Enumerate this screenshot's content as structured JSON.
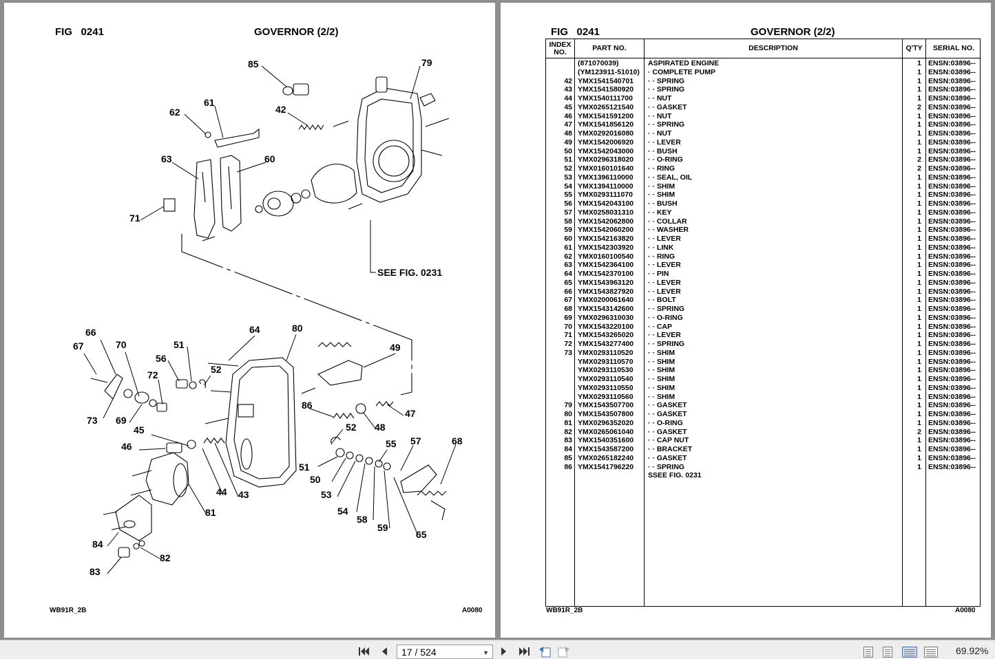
{
  "left_page": {
    "fig_label": "FIG",
    "fig_number": "0241",
    "title": "GOVERNOR (2/2)",
    "see_fig": "SEE FIG. 0231",
    "footer_left": "WB91R_2B",
    "footer_right": "A0080",
    "callouts": [
      "85",
      "79",
      "62",
      "61",
      "42",
      "63",
      "60",
      "71",
      "66",
      "67",
      "70",
      "51",
      "56",
      "72",
      "73",
      "69",
      "64",
      "80",
      "52",
      "49",
      "86",
      "47",
      "48",
      "45",
      "46",
      "44",
      "43",
      "81",
      "84",
      "83",
      "82",
      "55",
      "57",
      "68",
      "51",
      "50",
      "53",
      "54",
      "58",
      "59",
      "65",
      "52"
    ]
  },
  "right_page": {
    "fig_label": "FIG",
    "fig_number": "0241",
    "title": "GOVERNOR (2/2)",
    "footer_left": "WB91R_2B",
    "footer_right": "A0080",
    "headers": {
      "index": "INDEX NO.",
      "part": "PART NO.",
      "description": "DESCRIPTION",
      "qty": "Q'TY",
      "serial": "SERIAL NO."
    },
    "rows": [
      {
        "idx": "",
        "part": "(871070039)",
        "desc": "ASPIRATED ENGINE",
        "qty": "1",
        "serial": "ENSN:03896--"
      },
      {
        "idx": "",
        "part": "(YM123911-51010)",
        "desc": "· COMPLETE PUMP",
        "qty": "1",
        "serial": "ENSN:03896--"
      },
      {
        "idx": "42",
        "part": "YMX1541540701",
        "desc": "· · SPRING",
        "qty": "1",
        "serial": "ENSN:03896--"
      },
      {
        "idx": "43",
        "part": "YMX1541580920",
        "desc": "· · SPRING",
        "qty": "1",
        "serial": "ENSN:03896--"
      },
      {
        "idx": "44",
        "part": "YMX1540111700",
        "desc": "· · NUT",
        "qty": "1",
        "serial": "ENSN:03896--"
      },
      {
        "idx": "45",
        "part": "YMX0265121540",
        "desc": "· · GASKET",
        "qty": "2",
        "serial": "ENSN:03896--"
      },
      {
        "idx": "46",
        "part": "YMX1541591200",
        "desc": "· · NUT",
        "qty": "1",
        "serial": "ENSN:03896--"
      },
      {
        "idx": "47",
        "part": "YMX1541856120",
        "desc": "· · SPRING",
        "qty": "1",
        "serial": "ENSN:03896--"
      },
      {
        "idx": "48",
        "part": "YMX0292016080",
        "desc": "· · NUT",
        "qty": "1",
        "serial": "ENSN:03896--"
      },
      {
        "idx": "49",
        "part": "YMX1542006920",
        "desc": "· · LEVER",
        "qty": "1",
        "serial": "ENSN:03896--"
      },
      {
        "idx": "50",
        "part": "YMX1542043000",
        "desc": "· · BUSH",
        "qty": "1",
        "serial": "ENSN:03896--"
      },
      {
        "idx": "51",
        "part": "YMX0296318020",
        "desc": "· · O-RING",
        "qty": "2",
        "serial": "ENSN:03896--"
      },
      {
        "idx": "52",
        "part": "YMX0160101640",
        "desc": "· · RING",
        "qty": "2",
        "serial": "ENSN:03896--"
      },
      {
        "idx": "53",
        "part": "YMX1396110000",
        "desc": "· · SEAL, OIL",
        "qty": "1",
        "serial": "ENSN:03896--"
      },
      {
        "idx": "54",
        "part": "YMX1394110000",
        "desc": "· · SHIM",
        "qty": "1",
        "serial": "ENSN:03896--"
      },
      {
        "idx": "55",
        "part": "YMX0293111070",
        "desc": "· · SHIM",
        "qty": "1",
        "serial": "ENSN:03896--"
      },
      {
        "idx": "56",
        "part": "YMX1542043100",
        "desc": "· · BUSH",
        "qty": "1",
        "serial": "ENSN:03896--"
      },
      {
        "idx": "57",
        "part": "YMX0258031310",
        "desc": "· · KEY",
        "qty": "1",
        "serial": "ENSN:03896--"
      },
      {
        "idx": "58",
        "part": "YMX1542062800",
        "desc": "· · COLLAR",
        "qty": "1",
        "serial": "ENSN:03896--"
      },
      {
        "idx": "59",
        "part": "YMX1542060200",
        "desc": "· · WASHER",
        "qty": "1",
        "serial": "ENSN:03896--"
      },
      {
        "idx": "60",
        "part": "YMX1542163820",
        "desc": "· · LEVER",
        "qty": "1",
        "serial": "ENSN:03896--"
      },
      {
        "idx": "61",
        "part": "YMX1542303920",
        "desc": "· · LINK",
        "qty": "1",
        "serial": "ENSN:03896--"
      },
      {
        "idx": "62",
        "part": "YMX0160100540",
        "desc": "· · RING",
        "qty": "1",
        "serial": "ENSN:03896--"
      },
      {
        "idx": "63",
        "part": "YMX1542364100",
        "desc": "· · LEVER",
        "qty": "1",
        "serial": "ENSN:03896--"
      },
      {
        "idx": "64",
        "part": "YMX1542370100",
        "desc": "· · PIN",
        "qty": "1",
        "serial": "ENSN:03896--"
      },
      {
        "idx": "65",
        "part": "YMX1543963120",
        "desc": "· · LEVER",
        "qty": "1",
        "serial": "ENSN:03896--"
      },
      {
        "idx": "66",
        "part": "YMX1543827920",
        "desc": "· · LEVER",
        "qty": "1",
        "serial": "ENSN:03896--"
      },
      {
        "idx": "67",
        "part": "YMX0200061640",
        "desc": "· · BOLT",
        "qty": "1",
        "serial": "ENSN:03896--"
      },
      {
        "idx": "68",
        "part": "YMX1543142600",
        "desc": "· · SPRING",
        "qty": "1",
        "serial": "ENSN:03896--"
      },
      {
        "idx": "69",
        "part": "YMX0296310030",
        "desc": "· · O-RING",
        "qty": "1",
        "serial": "ENSN:03896--"
      },
      {
        "idx": "70",
        "part": "YMX1543220100",
        "desc": "· · CAP",
        "qty": "1",
        "serial": "ENSN:03896--"
      },
      {
        "idx": "71",
        "part": "YMX1543265020",
        "desc": "· · LEVER",
        "qty": "1",
        "serial": "ENSN:03896--"
      },
      {
        "idx": "72",
        "part": "YMX1543277400",
        "desc": "· · SPRING",
        "qty": "1",
        "serial": "ENSN:03896--"
      },
      {
        "idx": "73",
        "part": "YMX0293110520",
        "desc": "· · SHIM",
        "qty": "1",
        "serial": "ENSN:03896--"
      },
      {
        "idx": "",
        "part": "YMX0293110570",
        "desc": "· · SHIM",
        "qty": "1",
        "serial": "ENSN:03896--"
      },
      {
        "idx": "",
        "part": "YMX0293110530",
        "desc": "· · SHIM",
        "qty": "1",
        "serial": "ENSN:03896--"
      },
      {
        "idx": "",
        "part": "YMX0293110540",
        "desc": "· · SHIM",
        "qty": "1",
        "serial": "ENSN:03896--"
      },
      {
        "idx": "",
        "part": "YMX0293110550",
        "desc": "· · SHIM",
        "qty": "1",
        "serial": "ENSN:03896--"
      },
      {
        "idx": "",
        "part": "YMX0293110560",
        "desc": "· · SHIM",
        "qty": "1",
        "serial": "ENSN:03896--"
      },
      {
        "idx": "79",
        "part": "YMX1543507700",
        "desc": "· · GASKET",
        "qty": "1",
        "serial": "ENSN:03896--"
      },
      {
        "idx": "80",
        "part": "YMX1543507800",
        "desc": "· · GASKET",
        "qty": "1",
        "serial": "ENSN:03896--"
      },
      {
        "idx": "81",
        "part": "YMX0296352020",
        "desc": "· · O-RING",
        "qty": "1",
        "serial": "ENSN:03896--"
      },
      {
        "idx": "82",
        "part": "YMX0265061040",
        "desc": "· · GASKET",
        "qty": "2",
        "serial": "ENSN:03896--"
      },
      {
        "idx": "83",
        "part": "YMX1540351600",
        "desc": "· · CAP NUT",
        "qty": "1",
        "serial": "ENSN:03896--"
      },
      {
        "idx": "84",
        "part": "YMX1543587200",
        "desc": "· · BRACKET",
        "qty": "1",
        "serial": "ENSN:03896--"
      },
      {
        "idx": "85",
        "part": "YMX0265182240",
        "desc": "· · GASKET",
        "qty": "1",
        "serial": "ENSN:03896--"
      },
      {
        "idx": "86",
        "part": "YMX1541796220",
        "desc": "· · SPRING",
        "qty": "1",
        "serial": "ENSN:03896--"
      },
      {
        "idx": "",
        "part": "",
        "desc": "SSEE FIG. 0231",
        "qty": "",
        "serial": ""
      }
    ]
  },
  "toolbar": {
    "page_value": "17 / 524",
    "zoom": "69.92%",
    "icons": [
      "first-page-icon",
      "prev-page-icon",
      "next-page-icon",
      "last-page-icon",
      "previous-view-icon",
      "next-view-icon",
      "single-page-icon",
      "continuous-icon",
      "facing-icon",
      "continuous-facing-icon"
    ]
  }
}
